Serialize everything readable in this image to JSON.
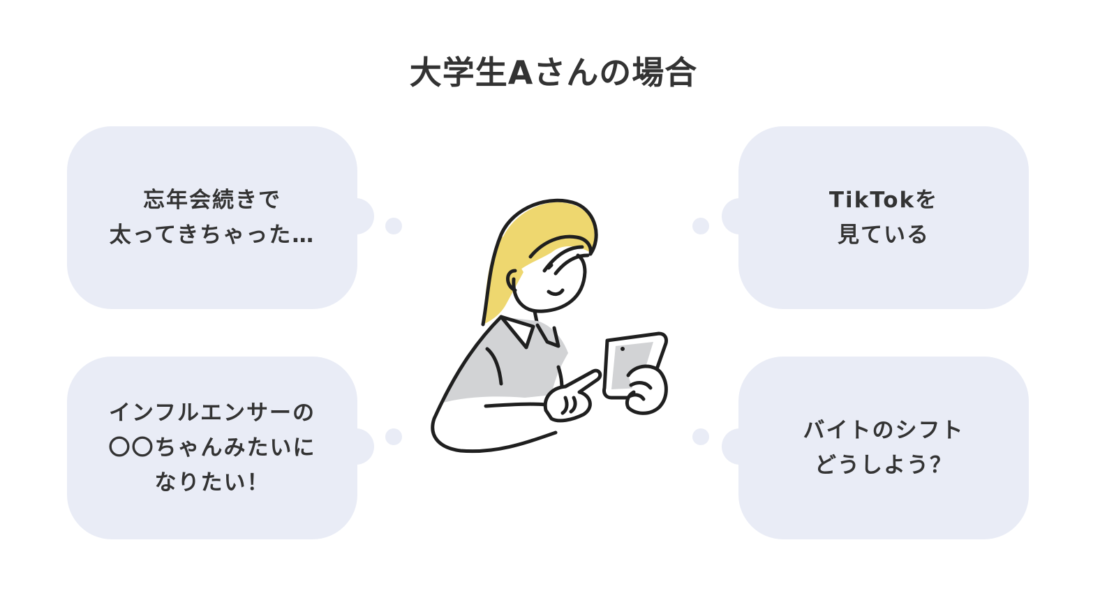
{
  "title": "大学生Aさんの場合",
  "bubbles": [
    {
      "lines": [
        "忘年会続きで",
        "太ってきちゃった…"
      ]
    },
    {
      "lines": [
        "インフルエンサーの",
        "〇〇ちゃんみたいに",
        "なりたい！"
      ]
    },
    {
      "lines": [
        "TikTokを",
        "見ている"
      ]
    },
    {
      "lines": [
        "バイトのシフト",
        "どうしよう？"
      ]
    }
  ],
  "colors": {
    "bubble": "#e9ecf6",
    "text": "#333333",
    "hair": "#eed76f",
    "shirt": "#d2d3d5",
    "line": "#1f1f1f"
  }
}
